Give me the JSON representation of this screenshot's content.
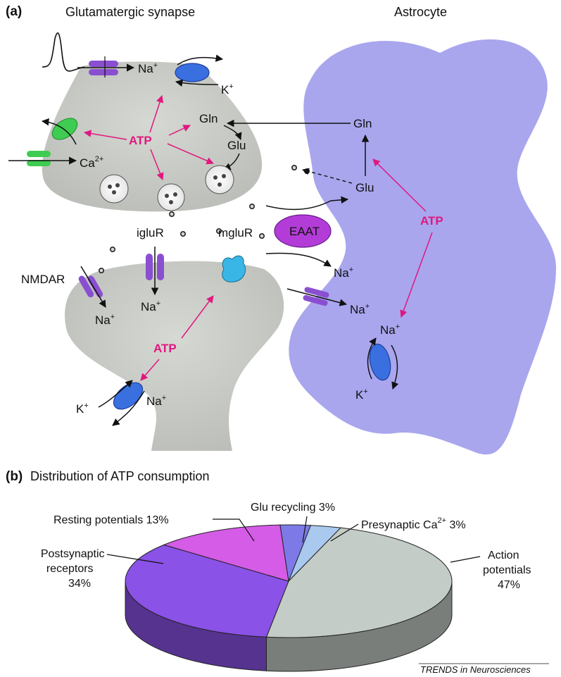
{
  "panel_a": {
    "label": "(a)",
    "synapse_title": "Glutamatergic synapse",
    "astrocyte_title": "Astrocyte",
    "na": "Na",
    "k": "K",
    "ca": "Ca",
    "plus": "+",
    "ca_charge": "2+",
    "atp": "ATP",
    "gln": "Gln",
    "glu": "Glu",
    "eaat": "EAAT",
    "igluR": "igluR",
    "mgluR": "mgluR",
    "nmdar": "NMDAR"
  },
  "panel_b": {
    "label": "(b)",
    "title": "Distribution of ATP consumption",
    "slice_labels": {
      "resting": "Resting potentials 13%",
      "glu_recycling": "Glu recycling 3%",
      "presynaptic_ca": "Presynaptic Ca",
      "presynaptic_ca_sup": "2+",
      "presynaptic_ca_pct": " 3%",
      "post_line1": "Postsynaptic",
      "post_line2": "receptors",
      "post_line3": "34%",
      "action_line1": "Action",
      "action_line2": "potentials",
      "action_line3": "47%"
    }
  },
  "colors": {
    "cell_gray": "#c9cbc6",
    "astrocyte_lavender": "#a9a6ee",
    "atp_pink": "#e0187f",
    "channel_purple": "#8a4fd0",
    "pump_blue": "#3a6fe0",
    "ca_green": "#3fcc52",
    "mglur_cyan": "#39b6e6",
    "eaat_purple": "#b33cd8"
  },
  "chart_data": {
    "type": "pie",
    "title": "Distribution of ATP consumption",
    "categories": [
      "Glu recycling",
      "Presynaptic Ca2+",
      "Action potentials",
      "Postsynaptic receptors",
      "Resting potentials"
    ],
    "values": [
      3,
      3,
      47,
      34,
      13
    ],
    "colors": [
      "#7d7ae8",
      "#a9c9ef",
      "#c3ccc6",
      "#8a52e6",
      "#d55ce6"
    ]
  },
  "credit": "TRENDS in Neurosciences"
}
